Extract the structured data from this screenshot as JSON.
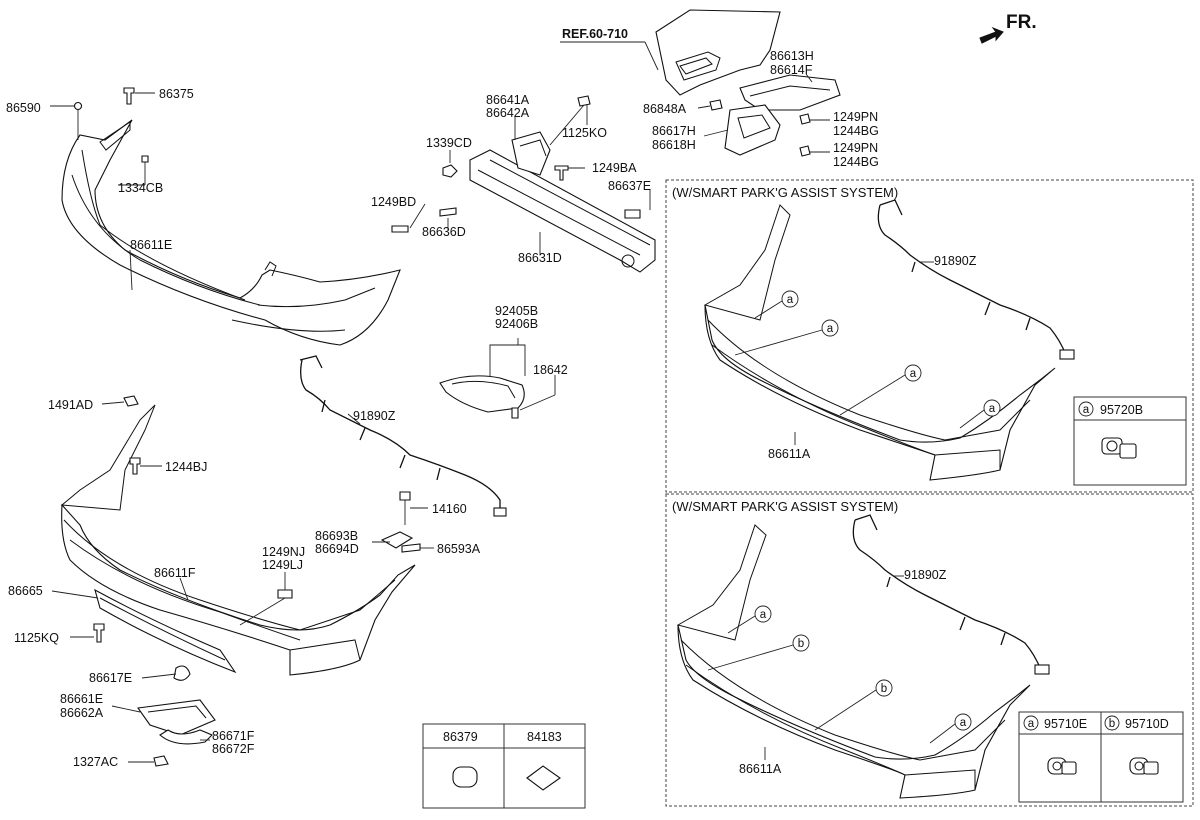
{
  "diagram": {
    "fr_label": "FR.",
    "ref_label": "REF.60-710",
    "labels": {
      "p86590": "86590",
      "p86375": "86375",
      "p1334CB": "1334CB",
      "p86611E": "86611E",
      "p86641A": "86641A",
      "p86642A": "86642A",
      "p1125KO": "1125KO",
      "p1339CD": "1339CD",
      "p1249BA": "1249BA",
      "p86637E": "86637E",
      "p1249BD": "1249BD",
      "p86636D": "86636D",
      "p86631D": "86631D",
      "p86613H": "86613H",
      "p86614F": "86614F",
      "p86848A": "86848A",
      "p1249PN_a": "1249PN",
      "p1244BG_a": "1244BG",
      "p86617H": "86617H",
      "p86618H": "86618H",
      "p1249PN_b": "1249PN",
      "p1244BG_b": "1244BG",
      "p92405B": "92405B",
      "p92406B": "92406B",
      "p18642": "18642",
      "p1491AD": "1491AD",
      "p91890Z_left": "91890Z",
      "p1244BJ": "1244BJ",
      "p14160": "14160",
      "p86693B": "86693B",
      "p86694D": "86694D",
      "p86593A": "86593A",
      "p1249NJ": "1249NJ",
      "p1249LJ": "1249LJ",
      "p86611F": "86611F",
      "p86665": "86665",
      "p1125KQ": "1125KQ",
      "p86617E": "86617E",
      "p86661E": "86661E",
      "p86662A": "86662A",
      "p86671F": "86671F",
      "p86672F": "86672F",
      "p1327AC": "1327AC"
    },
    "table": {
      "headers": [
        "86379",
        "84183"
      ]
    },
    "panel_top": {
      "title": "(W/SMART PARK'G ASSIST SYSTEM)",
      "harness": "91890Z",
      "bumper": "86611A",
      "callouts": [
        "a",
        "a",
        "a",
        "a"
      ],
      "sensor_letter": "a",
      "sensor_part": "95720B"
    },
    "panel_bottom": {
      "title": "(W/SMART PARK'G ASSIST SYSTEM)",
      "harness": "91890Z",
      "bumper": "86611A",
      "callouts": [
        "a",
        "b",
        "b",
        "a"
      ],
      "sensor_a_letter": "a",
      "sensor_a_part": "95710E",
      "sensor_b_letter": "b",
      "sensor_b_part": "95710D"
    }
  }
}
